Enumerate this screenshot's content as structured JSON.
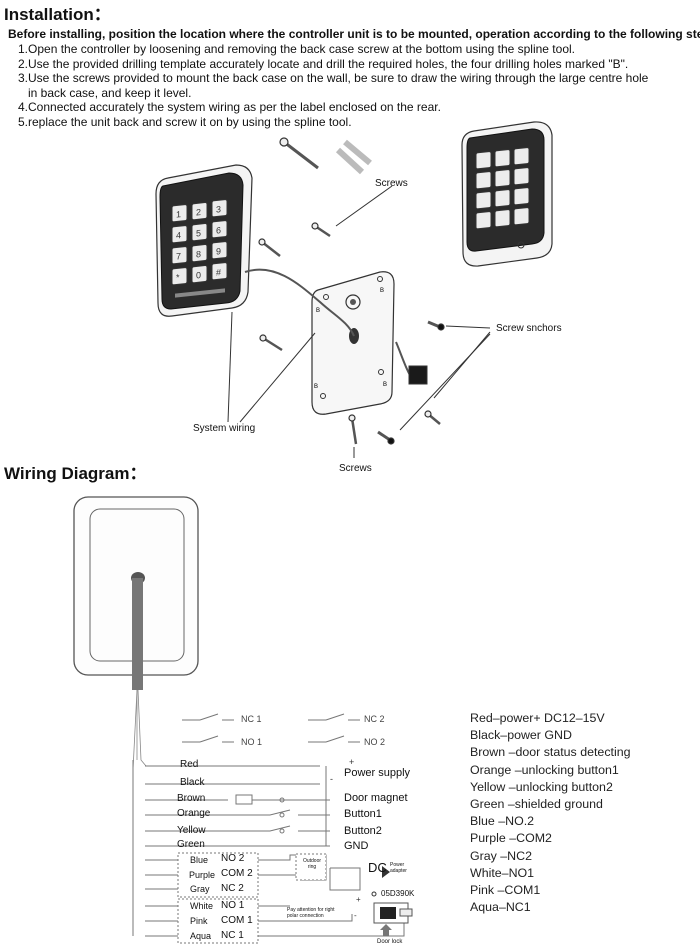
{
  "install": {
    "title": "Installation：",
    "intro": "Before installing, position the location where the controller unit is to be mounted, operation according to the following steps:",
    "steps": [
      "1.Open the controller by loosening and removing the back case screw at the bottom using the spline tool.",
      "2.Use the provided drilling template accurately locate and drill the required holes, the four drilling holes marked \"B\".",
      "3.Use the screws provided to mount the back case on the wall, be sure to draw the wiring through the large centre hole",
      "   in back case, and keep it level.",
      "4.Connected accurately the system wiring as per the label enclosed on the rear.",
      "5.replace the unit back and screw it on by using the spline tool."
    ],
    "labels": {
      "screws_top": "Screws",
      "screw_anchors": "Screw snchors",
      "system_wiring": "System wiring",
      "screws_bottom": "Screws"
    }
  },
  "wiring": {
    "title": "Wiring Diagram：",
    "contacts": [
      "NC 1",
      "NC 2",
      "NO 1",
      "NO 2"
    ],
    "wires": [
      "Red",
      "Black",
      "Brown",
      "Orange",
      "Yellow",
      "Green",
      "Blue",
      "Purple",
      "Gray",
      "White",
      "Pink",
      "Aqua"
    ],
    "terminals": [
      "NO 2",
      "COM 2",
      "NC 2",
      "NO 1",
      "COM 1",
      "NC 1"
    ],
    "functions": [
      "Power supply",
      "Door magnet",
      "Button1",
      "Button2",
      "GND"
    ],
    "outdoor_ring": "Outdoor ring",
    "dc": "DC",
    "power_adapter": "Power adapter",
    "diode": "05D390K",
    "polar_note": "Pay attention for right polar connection",
    "door_lock": "Door lock",
    "legend": [
      "Red–power+ DC12–15V",
      "Black–power GND",
      "Brown –door status detecting",
      "Orange  –unlocking button1",
      "Yellow   –unlocking button2",
      "Green  –shielded ground",
      "Blue  –NO.2",
      "Purple   –COM2",
      "Gray –NC2",
      "White–NO1",
      "Pink –COM1",
      "Aqua–NC1"
    ]
  }
}
